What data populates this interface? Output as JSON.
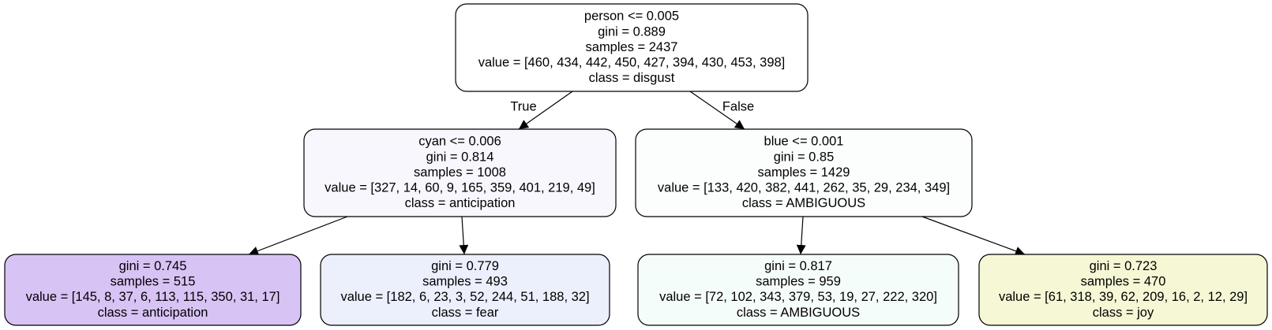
{
  "nodes": [
    {
      "id": "root",
      "fill": "#ffffff",
      "lines": [
        "person <= 0.005",
        "gini = 0.889",
        "samples = 2437",
        "value = [460, 434, 442, 450, 427, 394, 430, 453, 398]",
        "class = disgust"
      ]
    },
    {
      "id": "left",
      "fill": "#f9f7fe",
      "lines": [
        "cyan <= 0.006",
        "gini = 0.814",
        "samples = 1008",
        "value = [327, 14, 60, 9, 165, 359, 401, 219, 49]",
        "class = anticipation"
      ]
    },
    {
      "id": "right",
      "fill": "#fcfefd",
      "lines": [
        "blue <= 0.001",
        "gini = 0.85",
        "samples = 1429",
        "value = [133, 420, 382, 441, 262, 35, 29, 234, 349]",
        "class = AMBIGUOUS"
      ]
    },
    {
      "id": "ll",
      "fill": "#d8c3f5",
      "lines": [
        "gini = 0.745",
        "samples = 515",
        "value = [145, 8, 37, 6, 113, 115, 350, 31, 17]",
        "class = anticipation"
      ]
    },
    {
      "id": "lr",
      "fill": "#eceffc",
      "lines": [
        "gini = 0.779",
        "samples = 493",
        "value = [182, 6, 23, 3, 52, 244, 51, 188, 32]",
        "class = fear"
      ]
    },
    {
      "id": "rl",
      "fill": "#f5fdfa",
      "lines": [
        "gini = 0.817",
        "samples = 959",
        "value = [72, 102, 343, 379, 53, 19, 27, 222, 320]",
        "class = AMBIGUOUS"
      ]
    },
    {
      "id": "rr",
      "fill": "#f6f7d4",
      "lines": [
        "gini = 0.723",
        "samples = 470",
        "value = [61, 318, 39, 62, 209, 16, 2, 12, 29]",
        "class = joy"
      ]
    }
  ],
  "edges": [
    {
      "from": "root",
      "to": "left",
      "label": "True"
    },
    {
      "from": "root",
      "to": "right",
      "label": "False"
    },
    {
      "from": "left",
      "to": "ll",
      "label": ""
    },
    {
      "from": "left",
      "to": "lr",
      "label": ""
    },
    {
      "from": "right",
      "to": "rl",
      "label": ""
    },
    {
      "from": "right",
      "to": "rr",
      "label": ""
    }
  ]
}
